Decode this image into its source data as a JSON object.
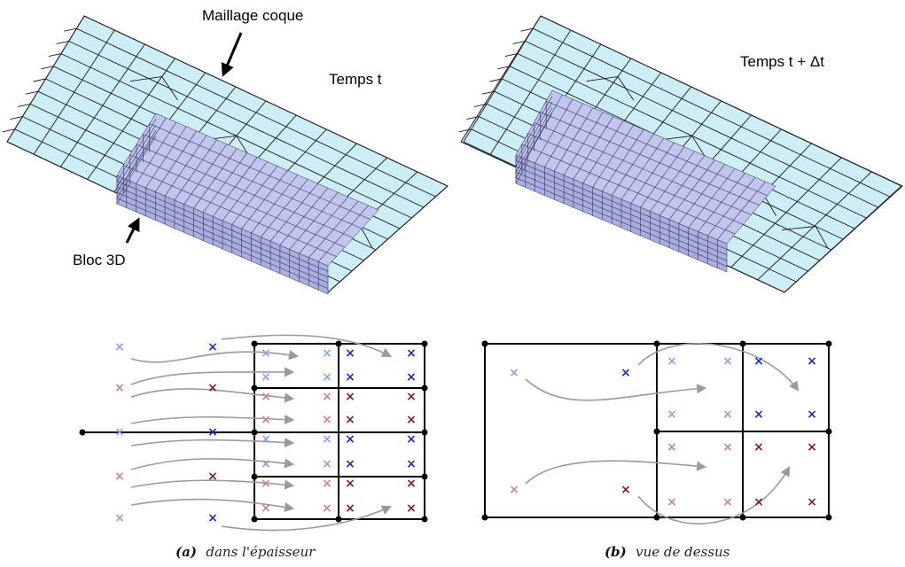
{
  "labels": {
    "shell_mesh": "Maillage coque",
    "time_t": "Temps t",
    "time_t_dt": "Temps t + Δt",
    "block_3d": "Bloc 3D"
  },
  "captions": {
    "a_letter": "(a)",
    "a_text": "dans l'épaisseur",
    "b_letter": "(b)",
    "b_text": "vue de dessus"
  },
  "colors": {
    "shell_fill": "#cdeef6",
    "block_fill": "#c2c6ee",
    "marker_light_blue": "#8ea3e6",
    "marker_dark_blue": "#1b2fb8",
    "marker_light_red": "#c48888",
    "marker_dark_red": "#7a1f24",
    "transfer_arrow": "#9a9a9a"
  },
  "marker_symbol": "×"
}
